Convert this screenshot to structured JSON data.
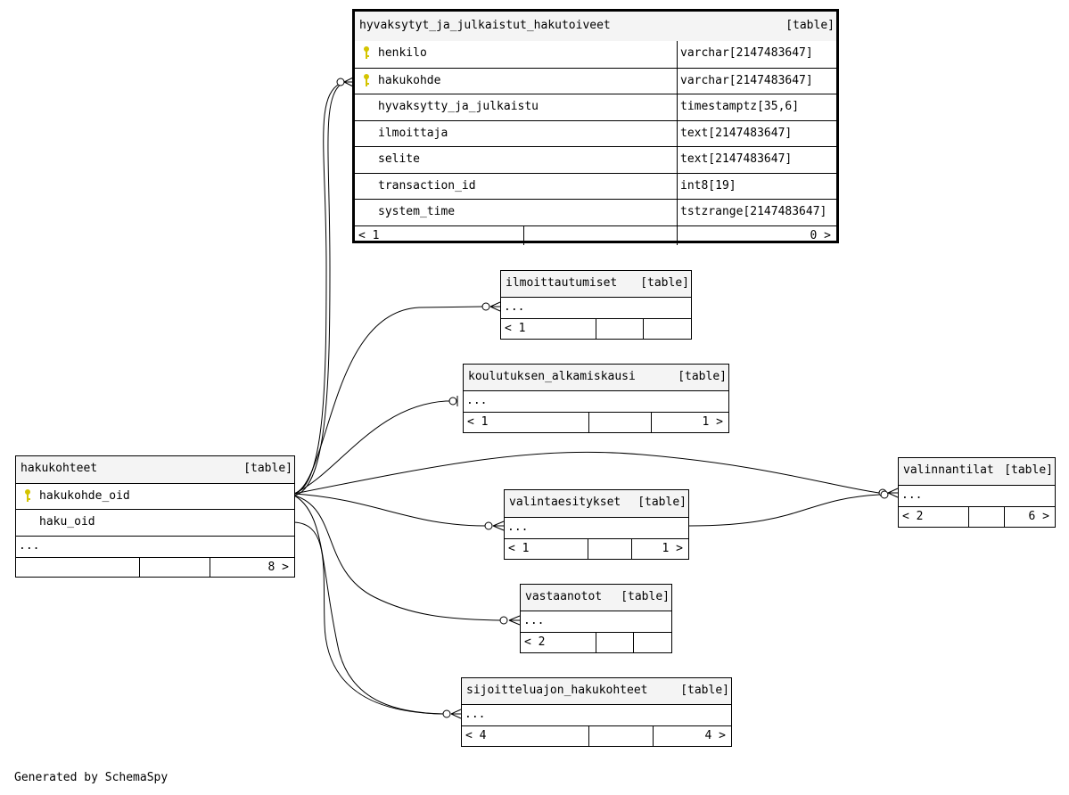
{
  "footer": "Generated by SchemaSpy",
  "tables": {
    "hyvaksytyt": {
      "name": "hyvaksytyt_ja_julkaistut_hakutoiveet",
      "kind": "[table]",
      "columns": [
        {
          "name": "henkilo",
          "type": "varchar[2147483647]",
          "key": true
        },
        {
          "name": "hakukohde",
          "type": "varchar[2147483647]",
          "key": true
        },
        {
          "name": "hyvaksytty_ja_julkaistu",
          "type": "timestamptz[35,6]",
          "key": false
        },
        {
          "name": "ilmoittaja",
          "type": "text[2147483647]",
          "key": false
        },
        {
          "name": "selite",
          "type": "text[2147483647]",
          "key": false
        },
        {
          "name": "transaction_id",
          "type": "int8[19]",
          "key": false
        },
        {
          "name": "system_time",
          "type": "tstzrange[2147483647]",
          "key": false
        }
      ],
      "footer": {
        "left": "< 1",
        "right": "0 >"
      }
    },
    "ilmoittautumiset": {
      "name": "ilmoittautumiset",
      "kind": "[table]",
      "ellipsis": "...",
      "footer": {
        "left": "< 1",
        "right": ""
      }
    },
    "koulutuksen": {
      "name": "koulutuksen_alkamiskausi",
      "kind": "[table]",
      "ellipsis": "...",
      "footer": {
        "left": "< 1",
        "right": "1 >"
      }
    },
    "hakukohteet": {
      "name": "hakukohteet",
      "kind": "[table]",
      "columns": [
        {
          "name": "hakukohde_oid",
          "key": true
        },
        {
          "name": "haku_oid",
          "key": false
        }
      ],
      "ellipsis": "...",
      "footer": {
        "left": "",
        "right": "8 >"
      }
    },
    "valinnantilat": {
      "name": "valinnantilat",
      "kind": "[table]",
      "ellipsis": "...",
      "footer": {
        "left": "< 2",
        "right": "6 >"
      }
    },
    "valintaesitykset": {
      "name": "valintaesitykset",
      "kind": "[table]",
      "ellipsis": "...",
      "footer": {
        "left": "< 1",
        "right": "1 >"
      }
    },
    "vastaanotot": {
      "name": "vastaanotot",
      "kind": "[table]",
      "ellipsis": "...",
      "footer": {
        "left": "< 2",
        "right": ""
      }
    },
    "sijoittelu": {
      "name": "sijoitteluajon_hakukohteet",
      "kind": "[table]",
      "ellipsis": "...",
      "footer": {
        "left": "< 4",
        "right": "4 >"
      }
    }
  },
  "colors": {
    "key_icon": "#d4c400",
    "header_bg": "#f4f4f4"
  }
}
